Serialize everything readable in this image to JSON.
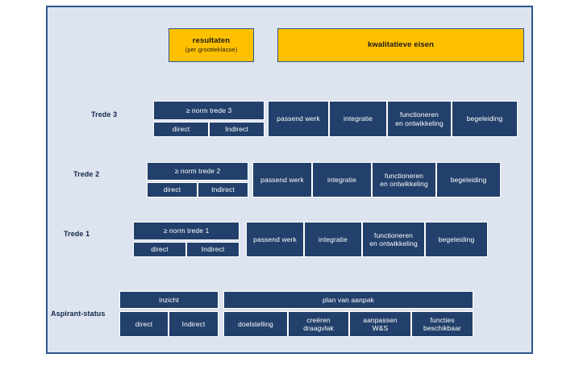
{
  "diagram": {
    "title_boxes": [
      {
        "name": "resultaten",
        "main": "resultaten",
        "sub": "(per grootteklasse)",
        "color": "#ffc000"
      },
      {
        "name": "kwalitatieve-eisen",
        "main": "kwalitatieve eisen",
        "sub": "",
        "color": "#ffc000"
      }
    ],
    "colors": {
      "frame_background": "#dde4ef",
      "frame_border": "#2d5690",
      "box_fill": "#22406b",
      "box_text": "#ffffff",
      "accent_yellow": "#ffc000",
      "label_text": "#13254a"
    },
    "rows": [
      {
        "label": "Trede 3",
        "result_main": "≥ norm trede 3",
        "result_sub": [
          "direct",
          "Indirect"
        ],
        "quality": [
          {
            "line1": "passend werk",
            "line2": ""
          },
          {
            "line1": "integratie",
            "line2": ""
          },
          {
            "line1": "functioneren",
            "line2": "en ontwikkeling"
          },
          {
            "line1": "begeleiding",
            "line2": ""
          }
        ]
      },
      {
        "label": "Trede 2",
        "result_main": "≥ norm trede 2",
        "result_sub": [
          "direct",
          "Indirect"
        ],
        "quality": [
          {
            "line1": "passend werk",
            "line2": ""
          },
          {
            "line1": "integratie",
            "line2": ""
          },
          {
            "line1": "functioneren",
            "line2": "en ontwikkeling"
          },
          {
            "line1": "begeleiding",
            "line2": ""
          }
        ]
      },
      {
        "label": "Trede 1",
        "result_main": "≥ norm trede 1",
        "result_sub": [
          "direct",
          "Indirect"
        ],
        "quality": [
          {
            "line1": "passend werk",
            "line2": ""
          },
          {
            "line1": "integratie",
            "line2": ""
          },
          {
            "line1": "functioneren",
            "line2": "en ontwikkeling"
          },
          {
            "line1": "begeleiding",
            "line2": ""
          }
        ]
      },
      {
        "label": "Aspirant-status",
        "result_main": "inzicht",
        "result_sub": [
          "direct",
          "Indirect"
        ],
        "quality_header": "plan van aanpak",
        "quality": [
          {
            "line1": "doelstelling",
            "line2": ""
          },
          {
            "line1": "creëren",
            "line2": "draagvlak"
          },
          {
            "line1": "aanpassen",
            "line2": "W&S"
          },
          {
            "line1": "functies",
            "line2": "beschikbaar"
          }
        ]
      }
    ]
  }
}
